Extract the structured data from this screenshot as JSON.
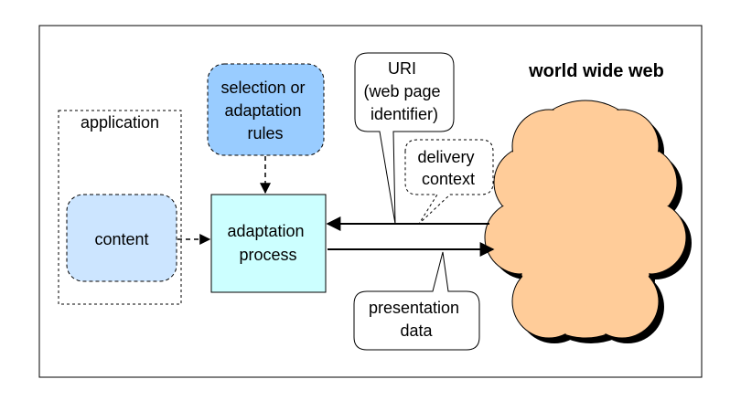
{
  "frame_title": "world wide web",
  "colors": {
    "background": "#ffffff",
    "frame_border": "#000000",
    "rules_fill": "#99ccff",
    "content_fill": "#cce5ff",
    "process_fill": "#ccffff",
    "cloud_fill": "#ffcc99",
    "shadow": "#000000"
  },
  "nodes": {
    "application": {
      "label": "application"
    },
    "content": {
      "label": "content"
    },
    "rules": {
      "lines": [
        "selection or",
        "adaptation",
        "rules"
      ]
    },
    "process": {
      "lines": [
        "adaptation",
        "process"
      ]
    }
  },
  "callouts": {
    "uri": {
      "lines": [
        "URI",
        "(web page",
        "identifier)"
      ]
    },
    "delivery": {
      "lines": [
        "delivery",
        "context"
      ]
    },
    "presentation": {
      "lines": [
        "presentation",
        "data"
      ]
    }
  }
}
